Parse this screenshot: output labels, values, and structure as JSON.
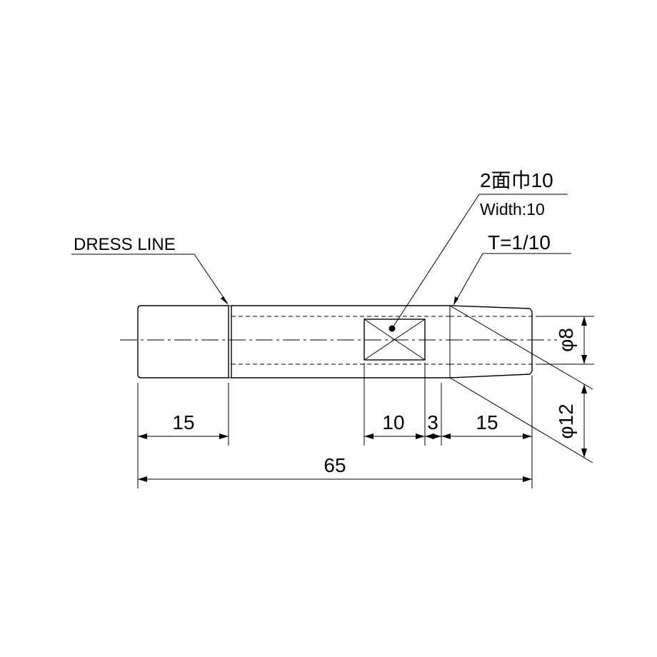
{
  "labels": {
    "dress_line": "DRESS LINE",
    "width_jp": "2面巾10",
    "width_en": "Width:10",
    "taper": "T=1/10",
    "phi_small": "φ8",
    "phi_large": "φ12"
  },
  "dimensions": {
    "left_section": "15",
    "flat_width": "10",
    "gap": "3",
    "taper_length": "15",
    "overall": "65"
  }
}
